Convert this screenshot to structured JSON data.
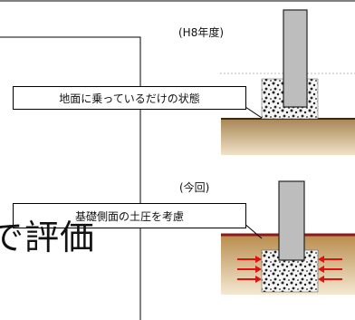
{
  "top_scenario": {
    "caption": "(H8年度)",
    "callout": "地面に乗っているだけの状態"
  },
  "bottom_scenario": {
    "caption": "(今回)",
    "callout": "基礎側面の土圧を考慮"
  },
  "left_heading": "で評価"
}
